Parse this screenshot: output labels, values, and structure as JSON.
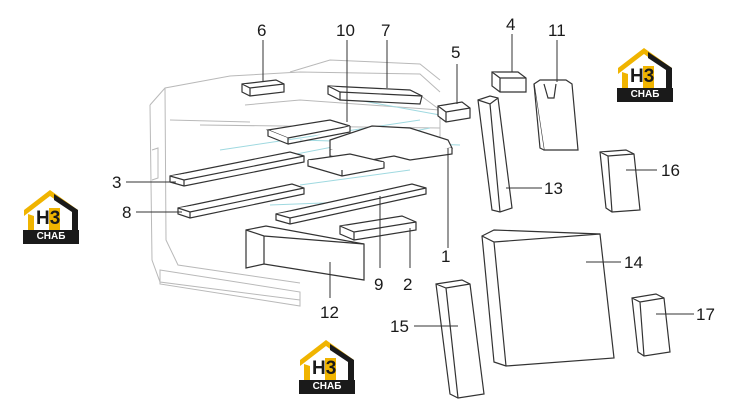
{
  "callouts": [
    {
      "id": "c1",
      "label": "1"
    },
    {
      "id": "c2",
      "label": "2"
    },
    {
      "id": "c3",
      "label": "3"
    },
    {
      "id": "c4",
      "label": "4"
    },
    {
      "id": "c5",
      "label": "5"
    },
    {
      "id": "c6",
      "label": "6"
    },
    {
      "id": "c7",
      "label": "7"
    },
    {
      "id": "c8",
      "label": "8"
    },
    {
      "id": "c9",
      "label": "9"
    },
    {
      "id": "c10",
      "label": "10"
    },
    {
      "id": "c11",
      "label": "11"
    },
    {
      "id": "c12",
      "label": "12"
    },
    {
      "id": "c13",
      "label": "13"
    },
    {
      "id": "c14",
      "label": "14"
    },
    {
      "id": "c15",
      "label": "15"
    },
    {
      "id": "c16",
      "label": "16"
    },
    {
      "id": "c17",
      "label": "17"
    }
  ],
  "watermark": {
    "brand_main": "H",
    "brand_accent": "3",
    "brand_sub": "СНАБ",
    "accent_color": "#f0b400",
    "dark_color": "#1a1a1a"
  },
  "colors": {
    "line": "#333333",
    "hidden_line": "#9fd9e0",
    "faint": "#b9b9b9"
  }
}
